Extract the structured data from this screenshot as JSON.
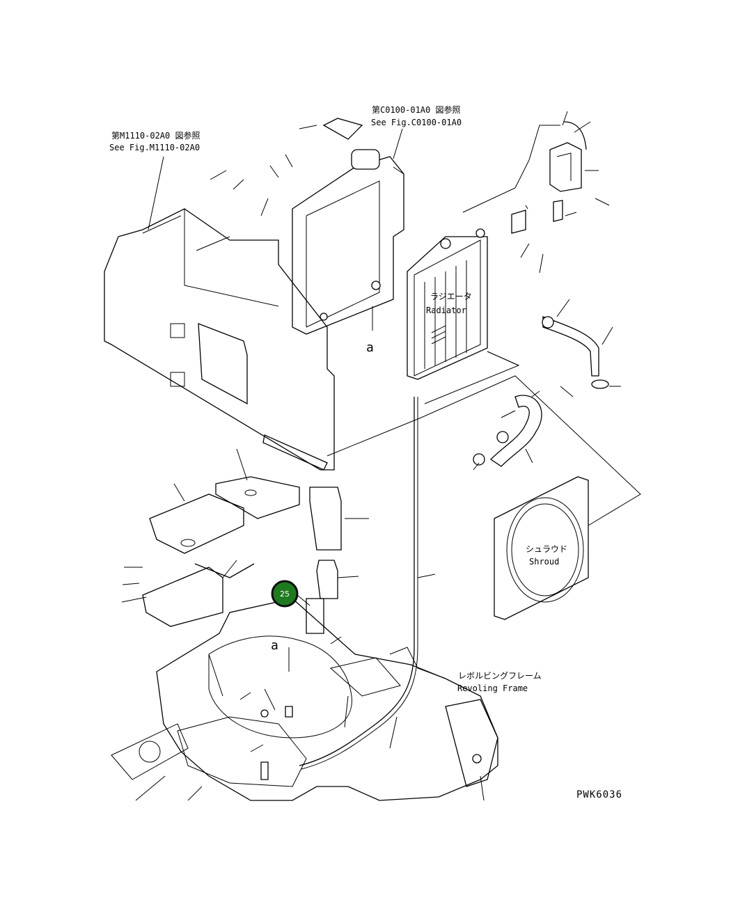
{
  "references": {
    "fig_left_ja": "第M1110-02A0 図参照",
    "fig_left_en": "See Fig.M1110-02A0",
    "fig_top_ja": "第C0100-01A0 図参照",
    "fig_top_en": "See Fig.C0100-01A0"
  },
  "labels": {
    "radiator_ja": "ラジエータ",
    "radiator_en": "Radiator",
    "shroud_ja": "シュラウド",
    "shroud_en": "Shroud",
    "frame_ja": "レボルビングフレーム",
    "frame_en": "Revoling Frame",
    "detail_a_upper": "a",
    "detail_a_lower": "a"
  },
  "callout": {
    "number": "25",
    "color": "#1f7a1f"
  },
  "drawing_code": "PWK6036",
  "icons": [
    "callout-badge"
  ]
}
